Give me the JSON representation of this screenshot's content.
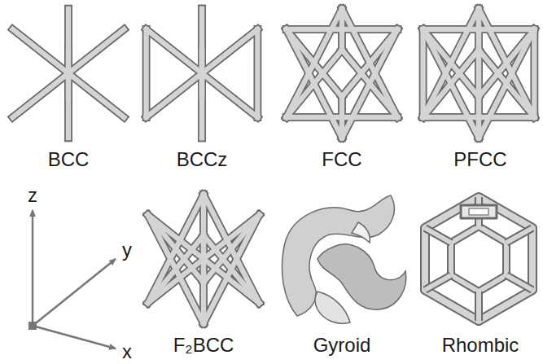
{
  "diagram": {
    "labels": [
      "BCC",
      "BCCz",
      "FCC",
      "PFCC",
      "z",
      "y",
      "x",
      "F₂BCC",
      "Gyroid",
      "Rhombic"
    ]
  }
}
